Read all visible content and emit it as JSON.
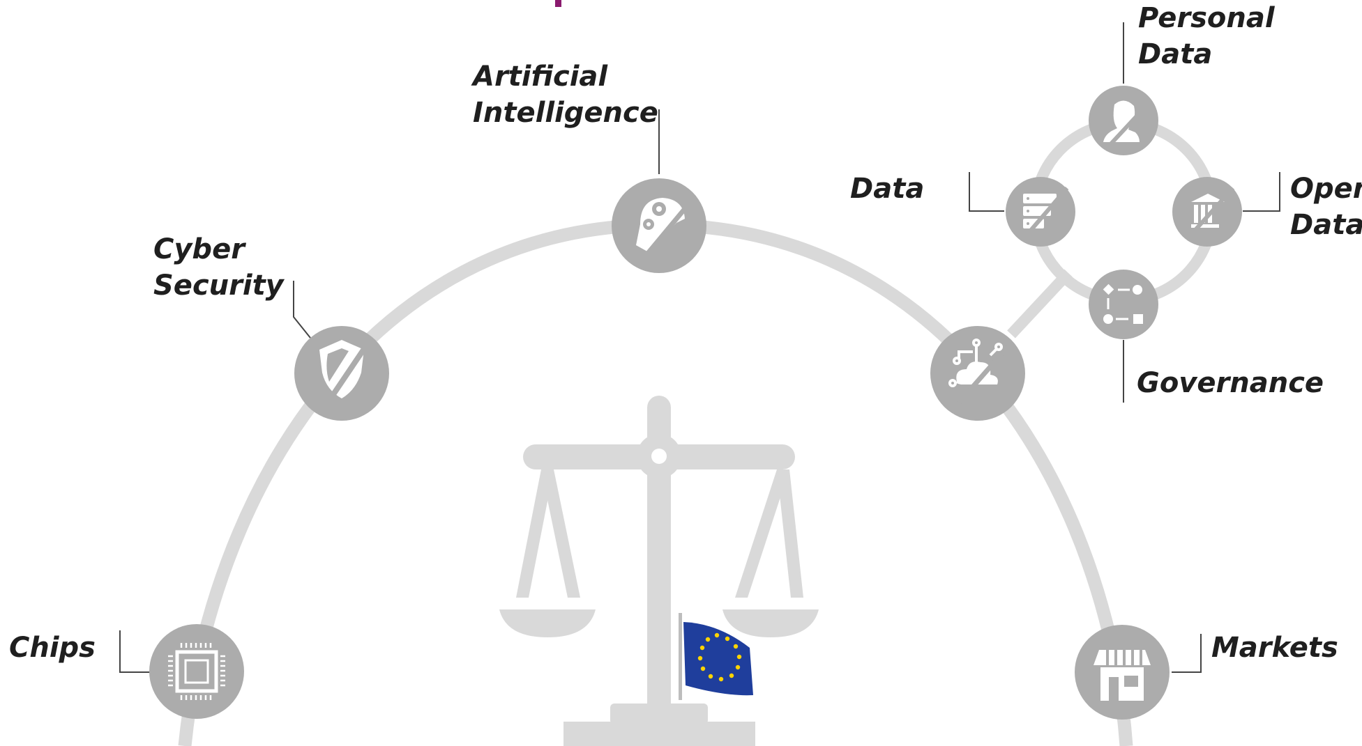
{
  "topics": {
    "chips": {
      "label": "Chips",
      "icon": "chip-icon"
    },
    "cyber_security": {
      "line1": "Cyber",
      "line2": "Security",
      "icon": "shield-icon"
    },
    "artificial_intelligence": {
      "line1": "Artificial",
      "line2": "Intelligence",
      "icon": "ai-gears-icon"
    },
    "cloud": {
      "icon": "cloud-network-icon"
    },
    "markets": {
      "label": "Markets",
      "icon": "storefront-icon"
    }
  },
  "data_cluster": {
    "personal_data": {
      "line1": "Personal",
      "line2": "Data",
      "icon": "person-icon"
    },
    "data": {
      "label": "Data",
      "icon": "data-server-icon"
    },
    "open_data": {
      "line1": "Open",
      "line2": "Data",
      "icon": "public-building-icon"
    },
    "governance": {
      "label": "Governance",
      "icon": "workflow-icon"
    }
  },
  "center": {
    "scale_icon": "balance-scale-icon",
    "flag_icon": "eu-flag-icon"
  },
  "colors": {
    "arc": "#d9d9d9",
    "node": "#acacac",
    "node_icon": "#ffffff",
    "scale": "#d9d9d9",
    "label_text": "#1f1f1f",
    "leader_line": "#444444",
    "eu_blue": "#1f3e9c",
    "eu_star": "#ffd400",
    "accent": "#8a1a6e"
  }
}
